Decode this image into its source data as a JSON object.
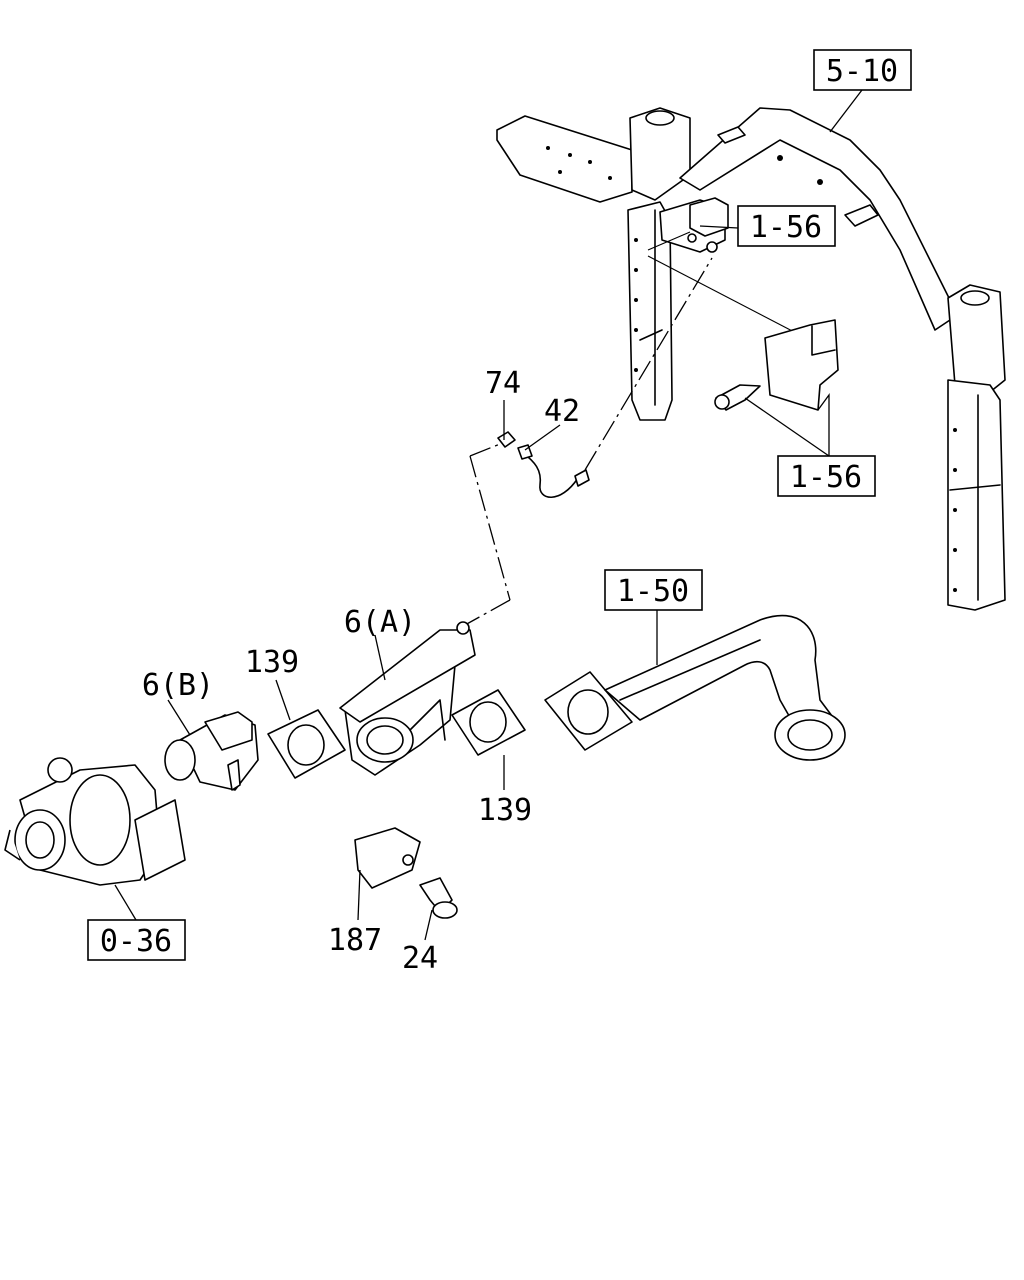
{
  "references": {
    "ref_5_10": "5-10",
    "ref_1_56_upper": "1-56",
    "ref_1_56_lower": "1-56",
    "ref_1_50": "1-50",
    "ref_0_36": "0-36"
  },
  "parts": {
    "p74": "74",
    "p42": "42",
    "p6a": "6(A)",
    "p6b": "6(B)",
    "p139_left": "139",
    "p139_right": "139",
    "p187": "187",
    "p24": "24"
  }
}
